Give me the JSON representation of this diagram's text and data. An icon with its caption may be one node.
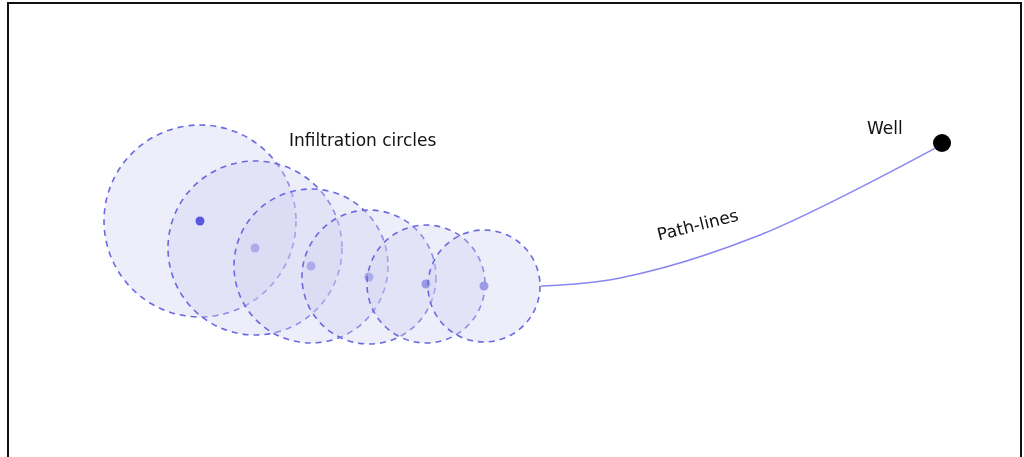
{
  "diagram": {
    "nodes": [
      {
        "text": [],
        "shape": "circle"
      },
      {
        "text": [],
        "shape": "circle"
      },
      {
        "text": [],
        "shape": "circle"
      },
      {
        "text": [],
        "shape": "circle"
      },
      {
        "text": [],
        "shape": "circle"
      },
      {
        "text": [],
        "shape": "circle"
      },
      {
        "text": [
          "Well"
        ]
      }
    ],
    "edges": [
      {
        "from": 5,
        "to": 6,
        "arrow": "none",
        "label": "Path-lines"
      }
    ],
    "labels": [
      "Infiltration circles"
    ]
  }
}
